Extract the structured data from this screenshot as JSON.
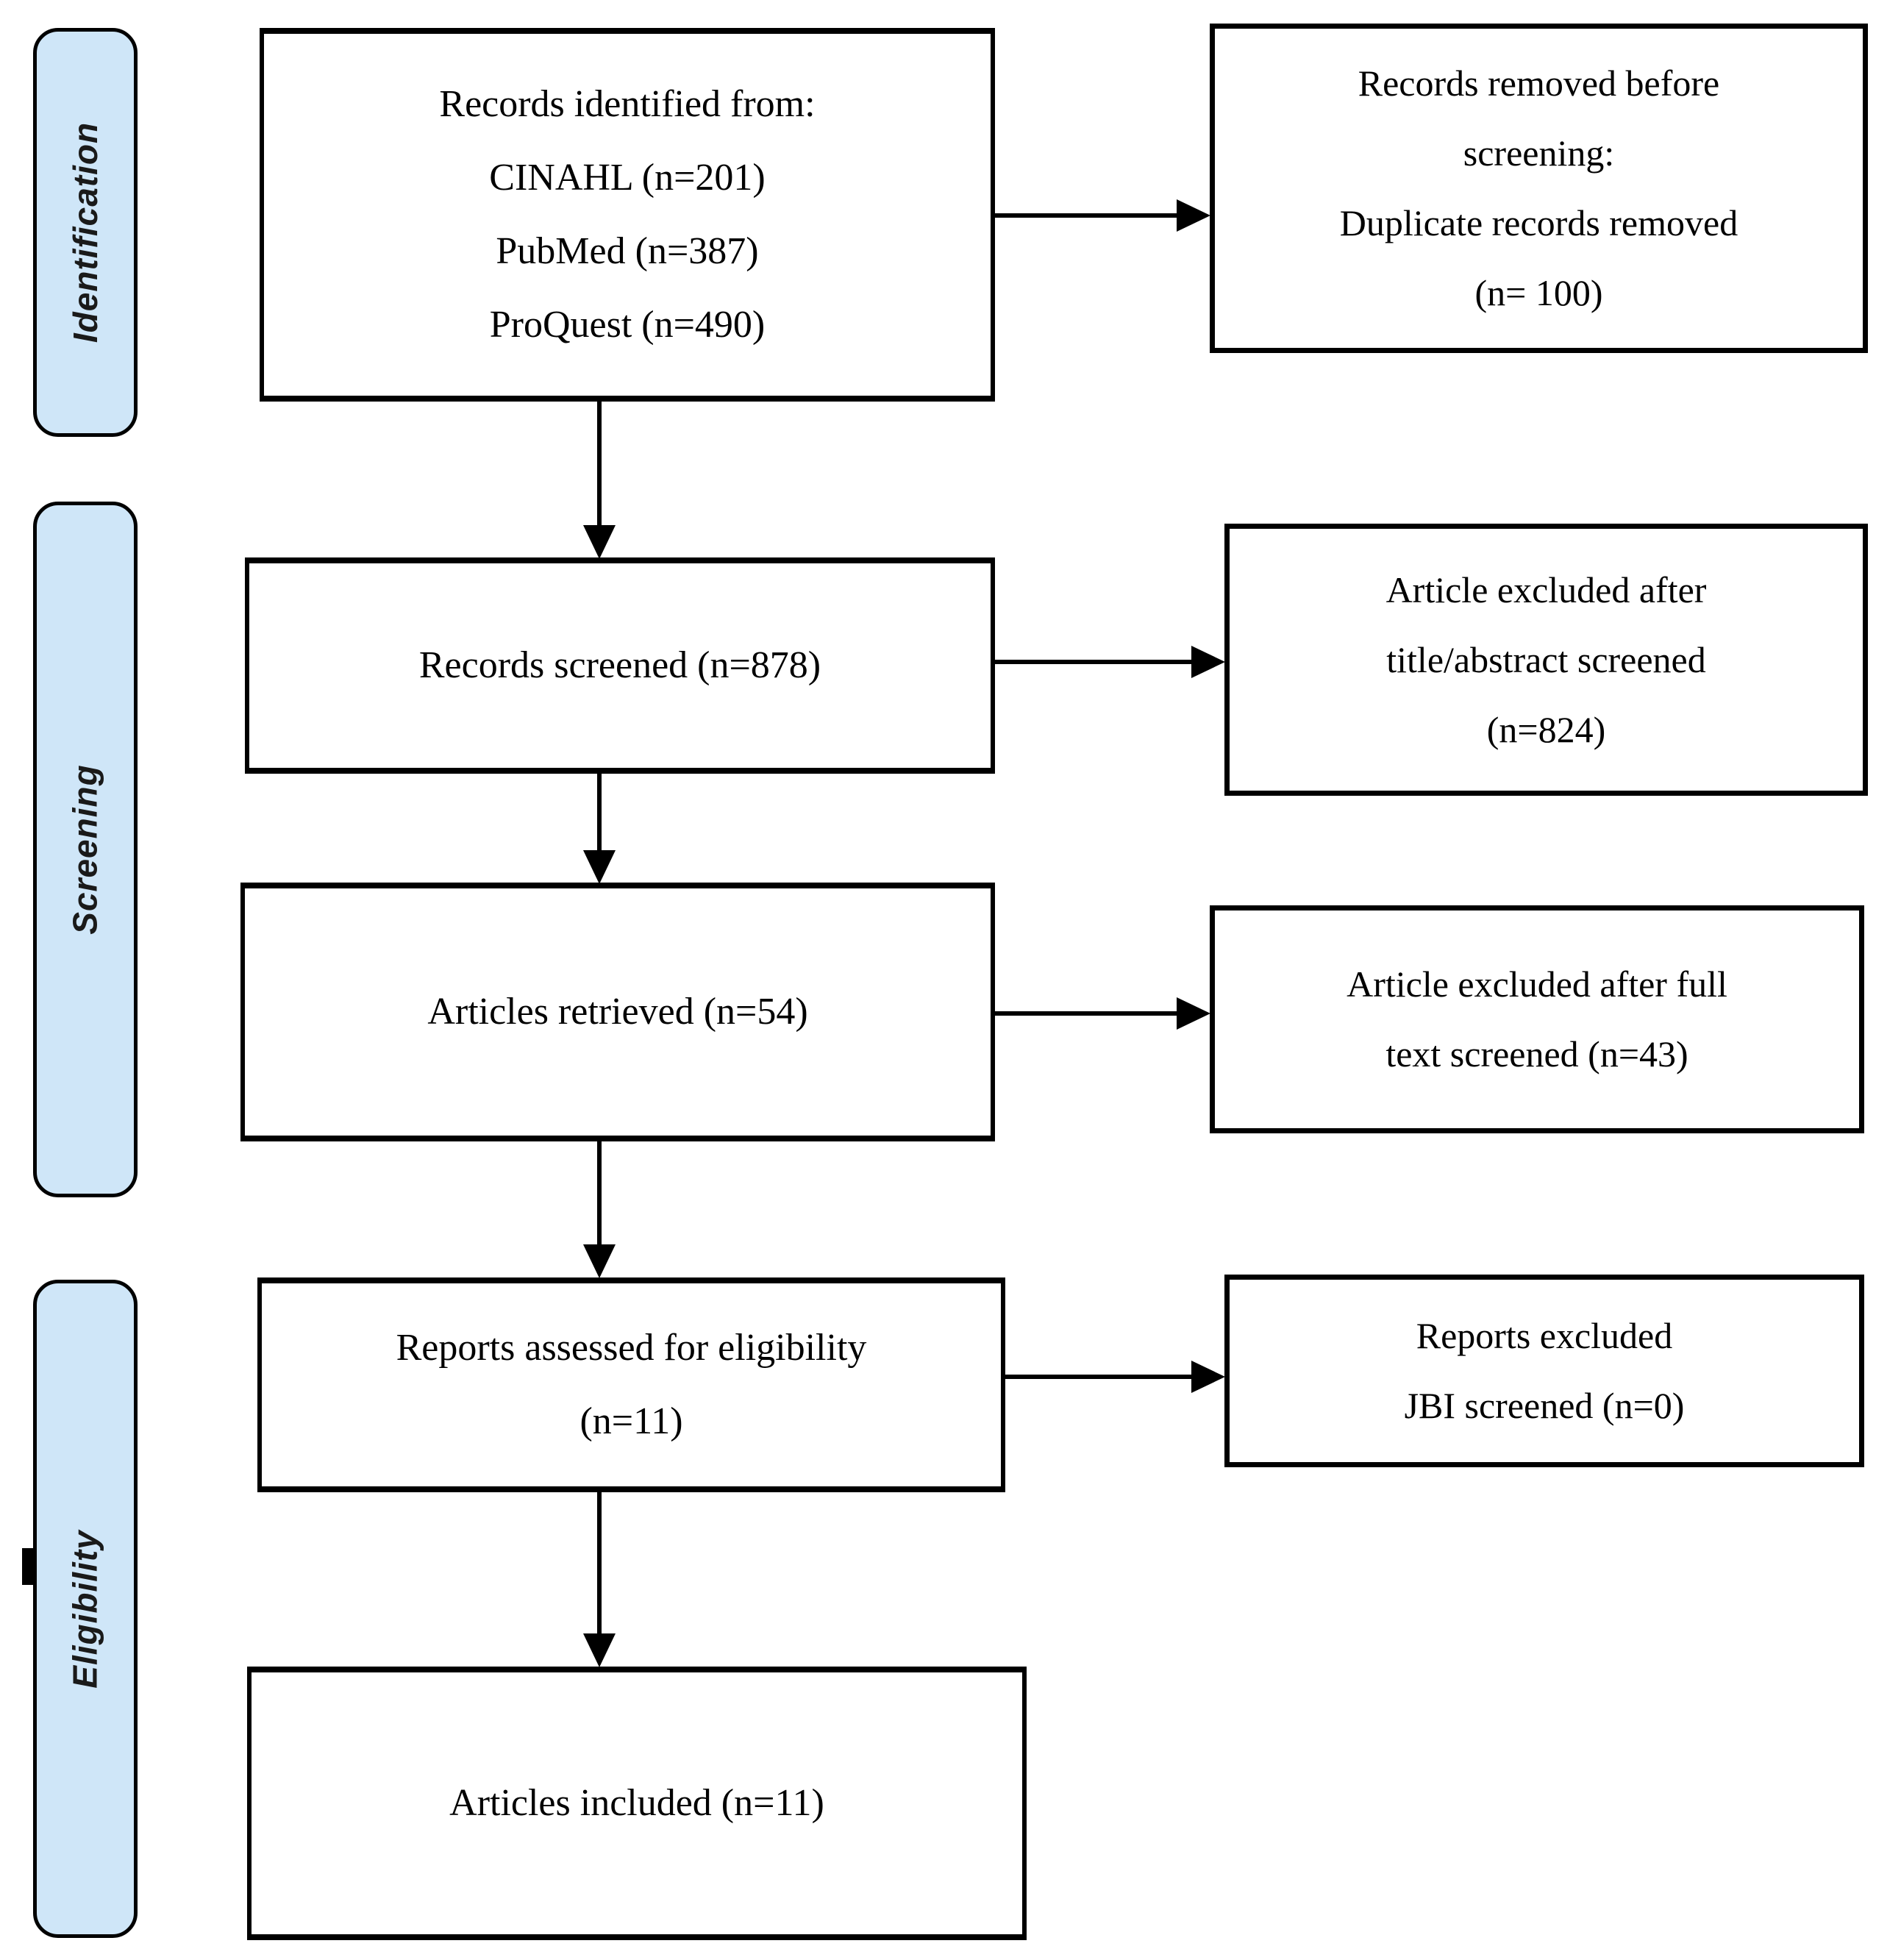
{
  "palette": {
    "stage_fill": "#cfe6f8",
    "box_fill": "#ffffff",
    "line_color": "#000000",
    "background": "#ffffff"
  },
  "stages": [
    {
      "label": "Identification"
    },
    {
      "label": "Screening"
    },
    {
      "label": "Eligibility"
    }
  ],
  "main_boxes": [
    {
      "id": "records-identified",
      "lines": [
        "Records identified from:",
        "CINAHL (n=201)",
        "PubMed (n=387)",
        "ProQuest (n=490)"
      ]
    },
    {
      "id": "records-screened",
      "lines": [
        "Records screened (n=878)"
      ]
    },
    {
      "id": "articles-retrieved",
      "lines": [
        "Articles retrieved (n=54)"
      ]
    },
    {
      "id": "reports-assessed",
      "lines": [
        "Reports assessed for eligibility",
        "(n=11)"
      ]
    },
    {
      "id": "articles-included",
      "lines": [
        "Articles included (n=11)"
      ]
    }
  ],
  "exclusion_boxes": [
    {
      "id": "records-removed-before-screening",
      "lines": [
        "Records removed before",
        "screening:",
        "Duplicate records removed",
        "(n= 100)"
      ]
    },
    {
      "id": "excluded-title-abstract",
      "lines": [
        "Article excluded after",
        "title/abstract screened",
        "(n=824)"
      ]
    },
    {
      "id": "excluded-full-text",
      "lines": [
        "Article excluded after full",
        "text screened (n=43)"
      ]
    },
    {
      "id": "reports-excluded-jbi",
      "lines": [
        "Reports excluded",
        "JBI screened (n=0)"
      ]
    }
  ]
}
